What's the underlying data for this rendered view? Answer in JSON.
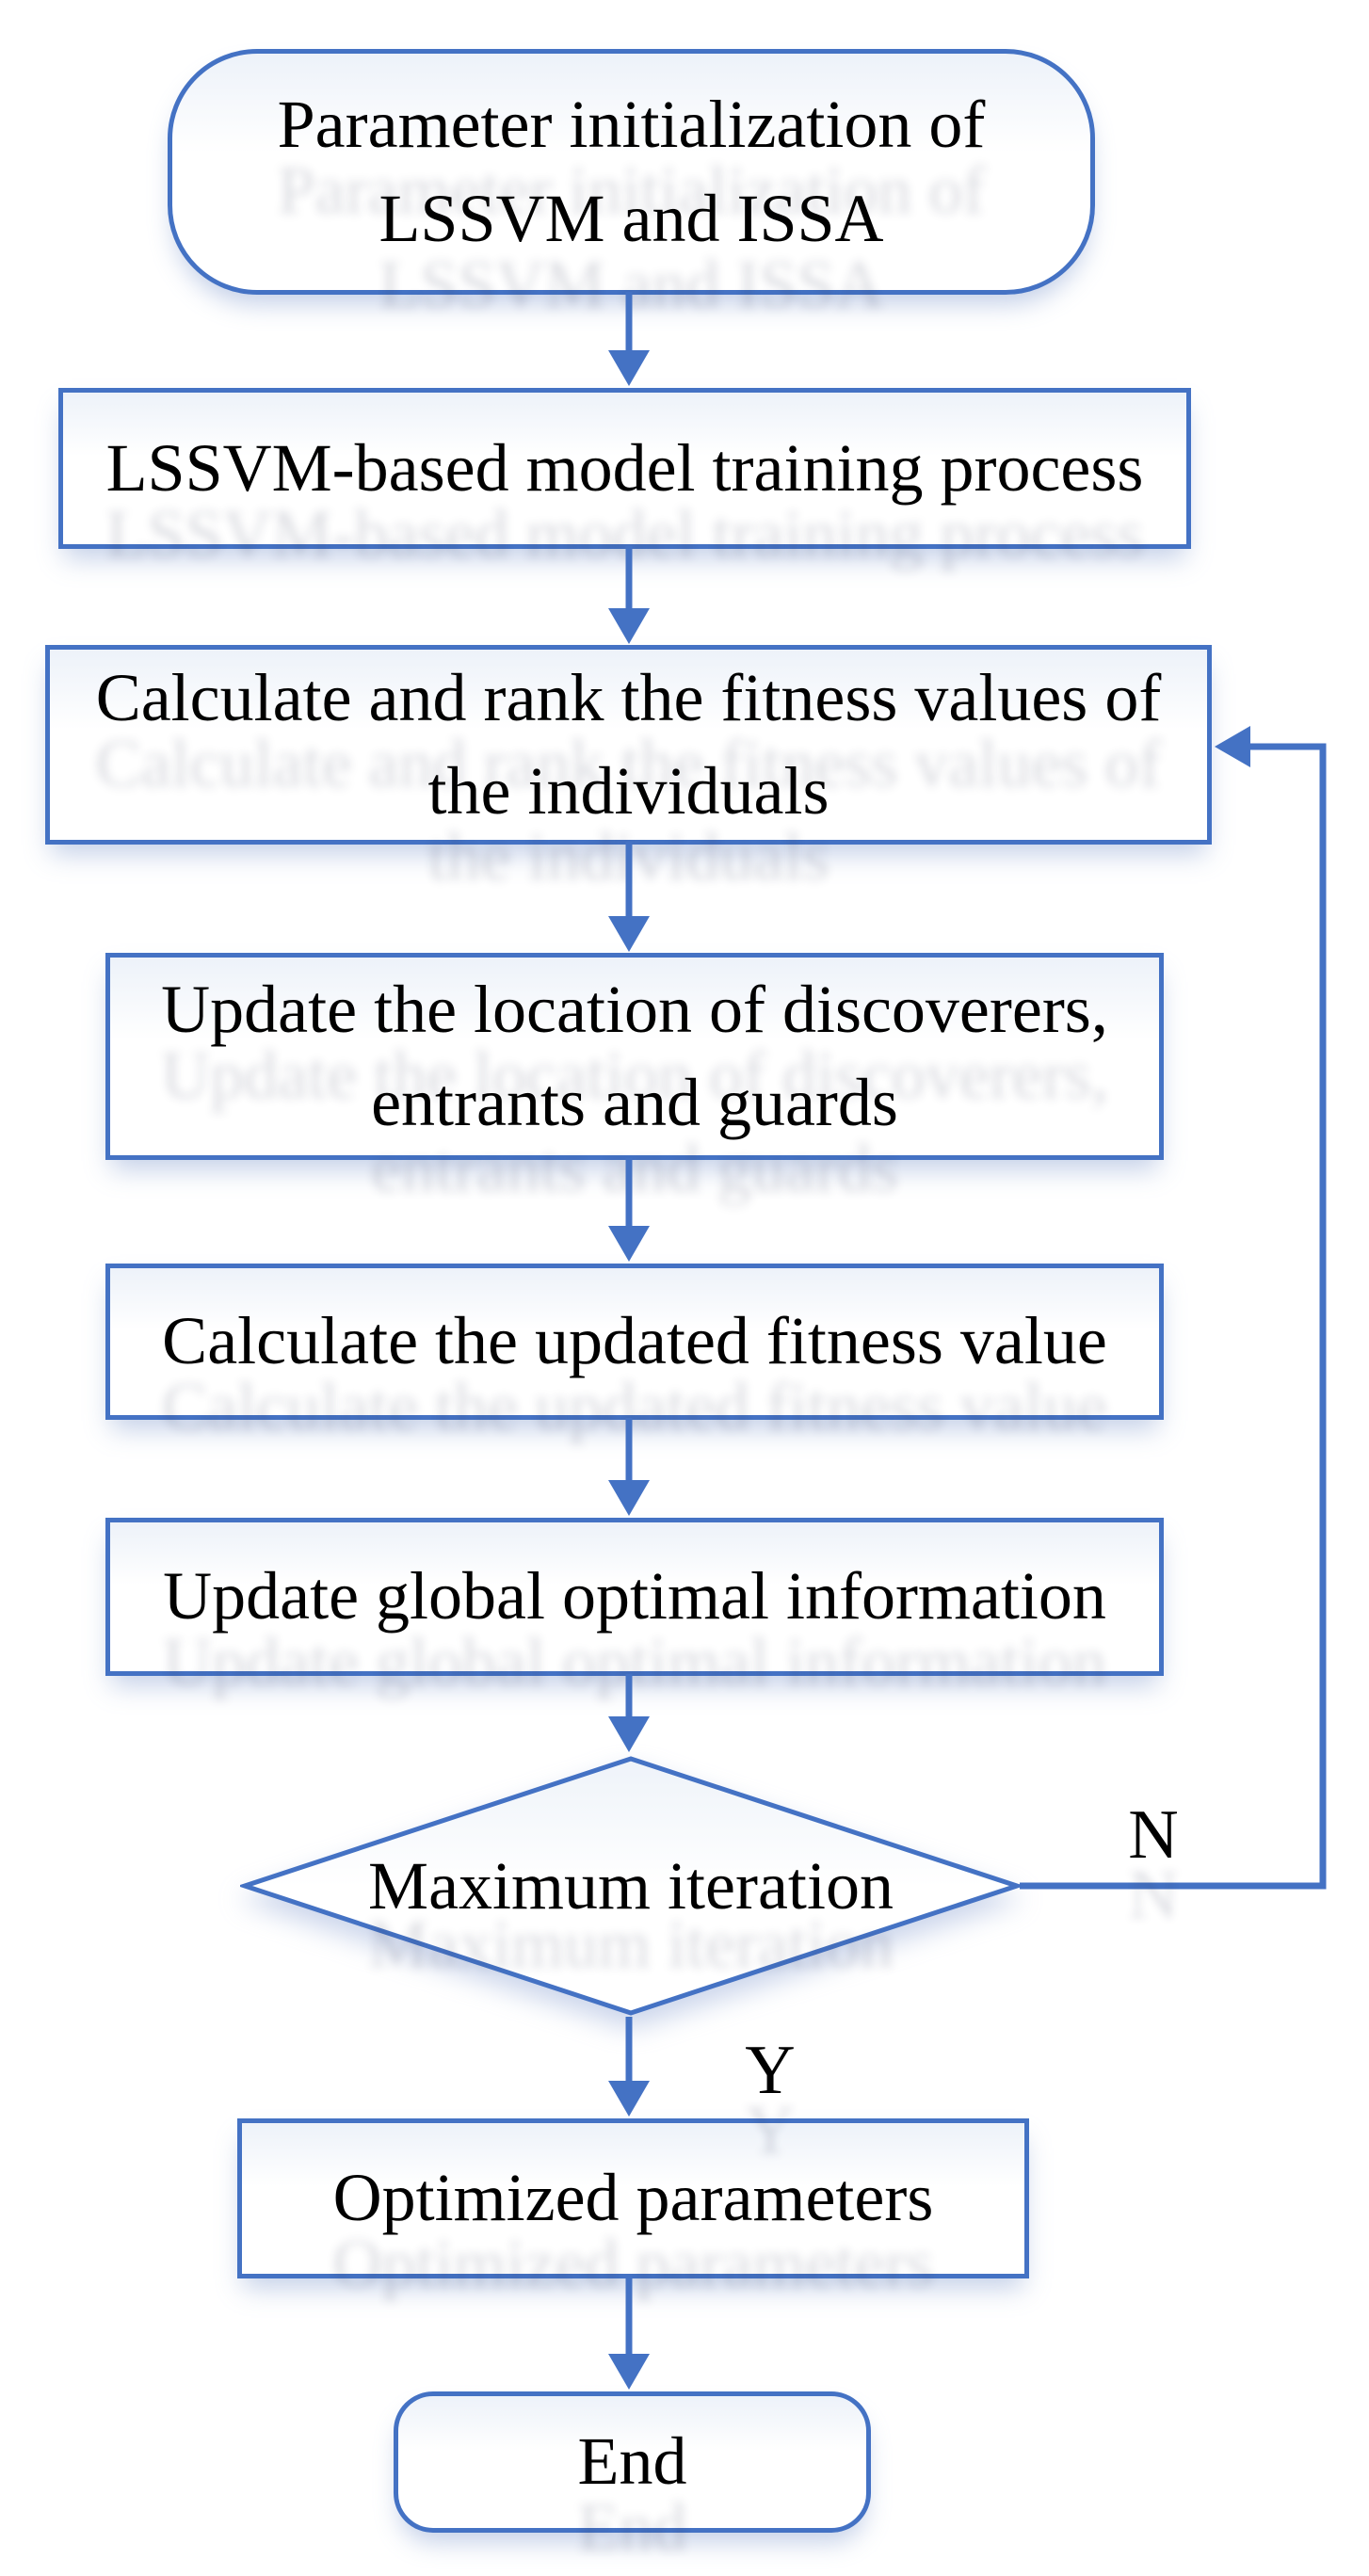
{
  "accent_color": "#4472C4",
  "text_color": "#000000",
  "nodes": {
    "start": {
      "type": "terminator",
      "lines": [
        "Parameter initialization of",
        "LSSVM and ISSA"
      ]
    },
    "training": {
      "type": "process",
      "lines": [
        "LSSVM-based model training process"
      ]
    },
    "rank_fitness": {
      "type": "process",
      "lines": [
        "Calculate and rank the fitness values of",
        "the individuals"
      ]
    },
    "update_location": {
      "type": "process",
      "lines": [
        "Update the location of discoverers,",
        "entrants and guards"
      ]
    },
    "updated_fitness": {
      "type": "process",
      "lines": [
        "Calculate the updated fitness value"
      ]
    },
    "global_optimal": {
      "type": "process",
      "lines": [
        "Update global optimal information"
      ]
    },
    "decision": {
      "type": "decision",
      "lines": [
        "Maximum iteration"
      ]
    },
    "optimized": {
      "type": "process",
      "lines": [
        "Optimized parameters"
      ]
    },
    "end": {
      "type": "terminator",
      "lines": [
        "End"
      ]
    }
  },
  "edges": [
    {
      "from": "start",
      "to": "training",
      "label": ""
    },
    {
      "from": "training",
      "to": "rank_fitness",
      "label": ""
    },
    {
      "from": "rank_fitness",
      "to": "update_location",
      "label": ""
    },
    {
      "from": "update_location",
      "to": "updated_fitness",
      "label": ""
    },
    {
      "from": "updated_fitness",
      "to": "global_optimal",
      "label": ""
    },
    {
      "from": "global_optimal",
      "to": "decision",
      "label": ""
    },
    {
      "from": "decision",
      "to": "rank_fitness",
      "label": "N"
    },
    {
      "from": "decision",
      "to": "optimized",
      "label": "Y"
    },
    {
      "from": "optimized",
      "to": "end",
      "label": ""
    }
  ]
}
